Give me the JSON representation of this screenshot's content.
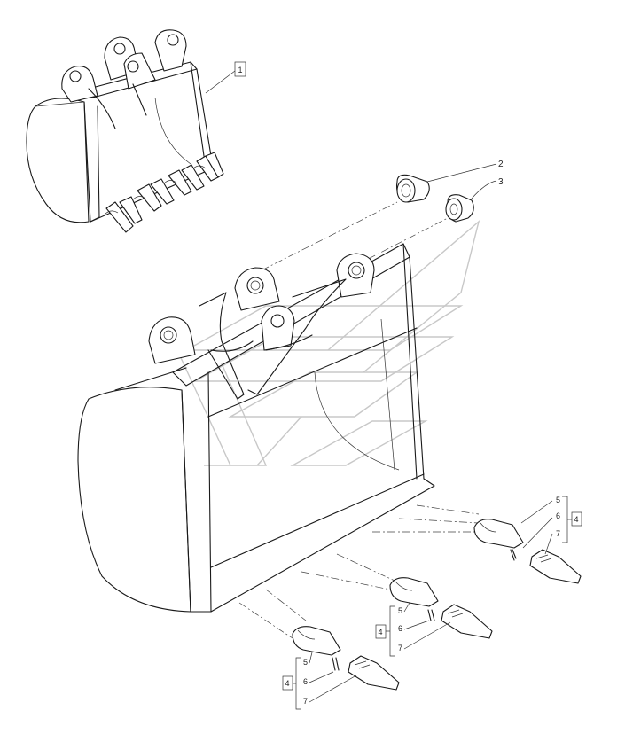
{
  "callouts": {
    "bucket_ref": "1",
    "bushing_2": "2",
    "bushing_3": "3",
    "group_ref_a": "4",
    "group_ref_b": "4",
    "group_ref_c": "4"
  },
  "tooth_groups": [
    {
      "items": [
        "5",
        "6",
        "7"
      ]
    },
    {
      "items": [
        "5",
        "6",
        "7"
      ]
    },
    {
      "items": [
        "5",
        "6",
        "7"
      ]
    }
  ],
  "colors": {
    "line": "#1a1a1a",
    "watermark": "#c8c8c8"
  }
}
